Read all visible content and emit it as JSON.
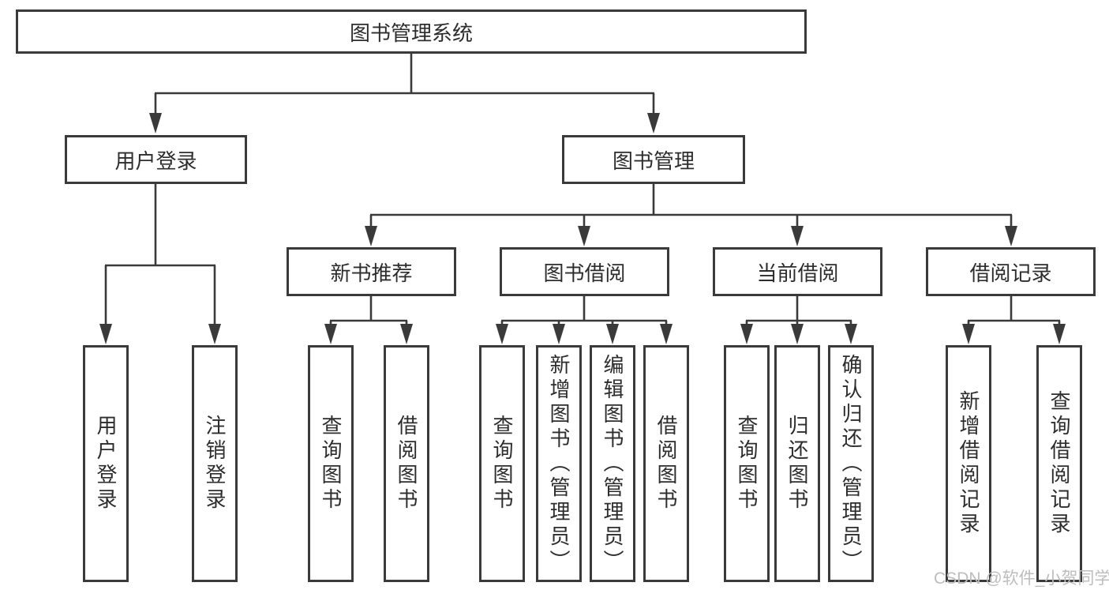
{
  "diagram": {
    "root": {
      "label": "图书管理系统"
    },
    "branches": [
      {
        "label": "用户登录",
        "children": [
          {
            "label": "用户登录"
          },
          {
            "label": "注销登录"
          }
        ]
      },
      {
        "label": "图书管理",
        "children": [
          {
            "label": "新书推荐",
            "children": [
              {
                "label": "查询图书"
              },
              {
                "label": "借阅图书"
              }
            ]
          },
          {
            "label": "图书借阅",
            "children": [
              {
                "label": "查询图书"
              },
              {
                "label": "新增图书（管理员）"
              },
              {
                "label": "编辑图书（管理员）"
              },
              {
                "label": "借阅图书"
              }
            ]
          },
          {
            "label": "当前借阅",
            "children": [
              {
                "label": "查询图书"
              },
              {
                "label": "归还图书"
              },
              {
                "label": "确认归还（管理员）"
              }
            ]
          },
          {
            "label": "借阅记录",
            "children": [
              {
                "label": "新增借阅记录"
              },
              {
                "label": "查询借阅记录"
              }
            ]
          }
        ]
      }
    ]
  },
  "watermark": {
    "text": "CSDN @软件_小贺同学"
  },
  "colors": {
    "line": "#3a3a3a",
    "box_border": "#3a3a3a",
    "box_fill": "#ffffff",
    "text": "#2d2d2d",
    "watermark": "#bdbdbd",
    "background": "#ffffff"
  }
}
